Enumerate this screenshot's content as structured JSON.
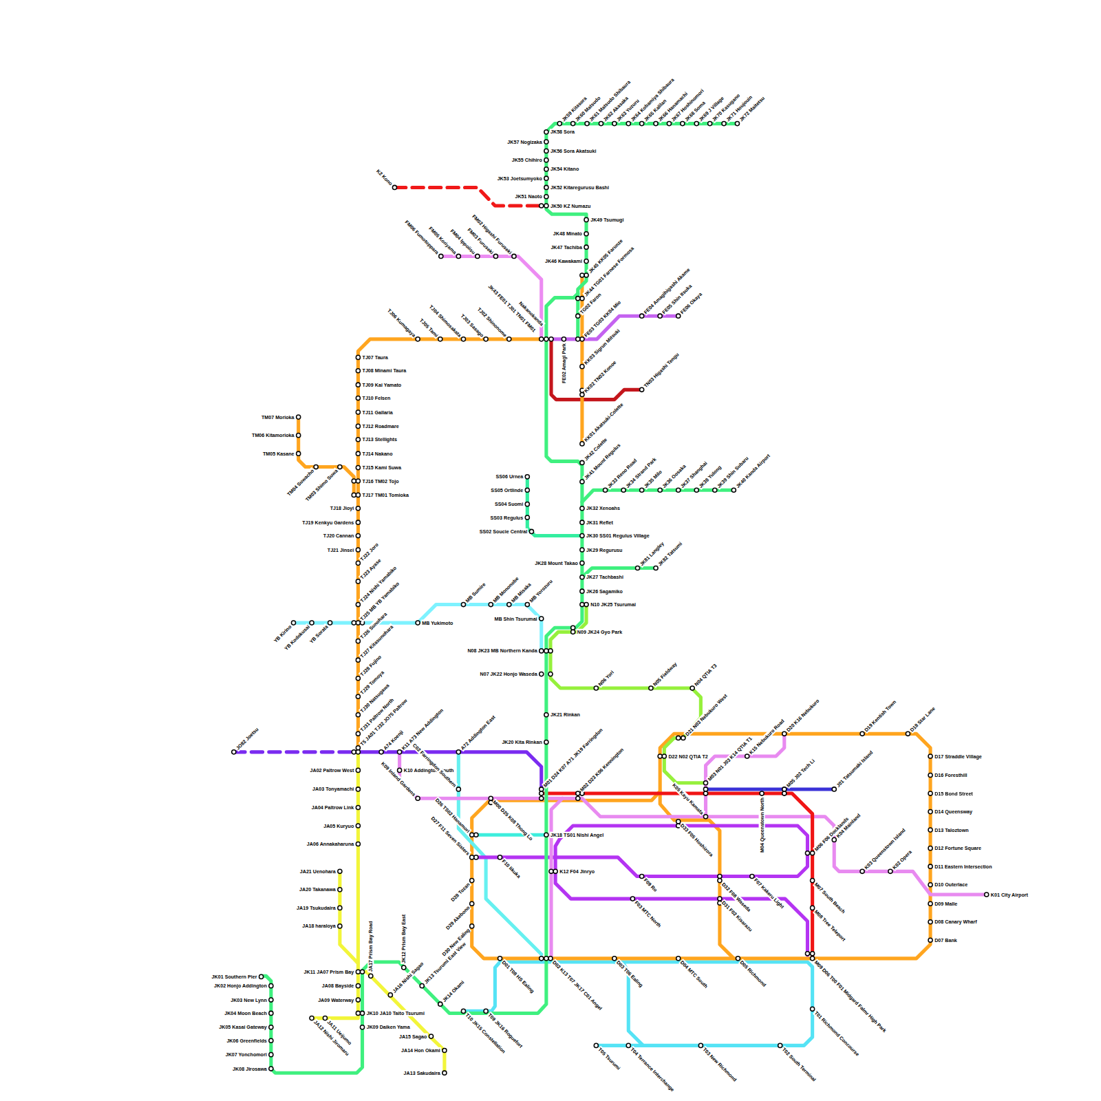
{
  "diagram": {
    "labels": [
      "JK59 Kitasora",
      "JK60 Matsudo",
      "JK61 Matsudo Shibaura",
      "JK62 Akasaka",
      "JK63 Yuzuru",
      "JK64 Kobamiya Shibaura",
      "JK65 Kalilan",
      "JK66 Hanamachi",
      "JK67 Hoshinomori",
      "JK68 Soma",
      "JK69 J Village",
      "JK70 Kasugano",
      "JK71 Houjouin",
      "JK72 Maitetsu",
      "JK58 Sora",
      "JK57 Nogizaka",
      "JK56 Sora Akatsuki",
      "JK55 Chihiro",
      "JK54 Kitano",
      "JK53 Joetsumyoko",
      "JK52 Kitaregurusu Bashi",
      "JK51 Naoto",
      "JK50 KZ Numazu",
      "K2 Kono",
      "JK49 Tsumugi",
      "JK48 Minato",
      "JK47 Tachiba",
      "JK46 Kawakami",
      "JK45 KK05 Farunze",
      "JK44 TG01 Farnese Formosa",
      "TG02 Faron",
      "FE03 TG03 KK04 Mio",
      "JK43 FE01 TJ01 TN01 FM01",
      "Nakanokanda",
      "FE02 Amagi Park",
      "FE04 Amagihigashi Akame",
      "FE05 Shin Itsuka",
      "FE06 Okaya",
      "FM06 Fumotoppara",
      "FM05 Koriyama",
      "FM04 Ippoiisu",
      "FM03 Furuseki",
      "FM02 Higashi Furuseki",
      "TJ02 Shinonome",
      "TJ03 Sasago",
      "TJ04 Shimosakata",
      "TJ05 Tami",
      "TJ06 Kumagaya",
      "KK03 Sigrun Mitsuki",
      "KK02 TN02 Konoe",
      "TN03 Higashi Tengu",
      "KK01 Akatsuki-Colette",
      "TJ07 Taura",
      "TJ08 Minami Taura",
      "TJ09 Kai Yamato",
      "TJ10 Felsen",
      "TJ11 Gallaria",
      "TJ12 Roadmare",
      "TJ13 Stellights",
      "TJ14 Nakano",
      "TJ15 Kami Suwa",
      "TJ16 TM02 Tojo",
      "TJ17 TM01 Tomioka",
      "TJ18 Jioyi",
      "TJ19 Kenkyu Gardens",
      "TJ20 Cannan",
      "TJ21 Jinsei",
      "TJ22 Joro",
      "TJ23 Ayase",
      "TJ24 Nishi Yamabiko",
      "TJ25 MB YB Yamabiko",
      "TJ26 Sunohara",
      "TJ27 Kitasunohara",
      "TJ28 Fujino",
      "TJ29 Tomoya",
      "TJ30 Natsugawa",
      "TJ31 Paltrow North",
      "T5 JA01 TJ32 JO75 Paltrow",
      "TM07 Morioka",
      "TM06 Kitamorioka",
      "TM05 Kasane",
      "TM04 Suwacho",
      "TM03 Shimo Suwa",
      "YB Kirino",
      "YB Kodokusai",
      "YB Sorata",
      "MB Yukimoto",
      "MB Sumire",
      "MB Mononobe",
      "MB Misaka",
      "MB Yorozuru",
      "MB Shin Tsurumai",
      "N08 JK23 MB Northern Kanda",
      "SS06 Urnea",
      "SS05 Ortlinde",
      "SS04 Suomi",
      "SS03 Regulus",
      "SS02 Soucie Central",
      "JK42 Colette",
      "JK41 Mount Regulus",
      "JK33 Reno Road",
      "JK34 Strand Park",
      "JK35 Milo",
      "JK36 Oosaka",
      "JK37 Shanghai",
      "JK38 Yulong",
      "JK39 Shin Subaru",
      "JK40 Kanda Airport",
      "JK32 Xenoahs",
      "JK31 Reflet",
      "JK30 SS01 Regulus Village",
      "JK29 Regurusu",
      "JK28 Mount Takao",
      "JK27 Tachbashi",
      "JK81 Langley",
      "JK82 Tatsumi",
      "JK26 Sagamiko",
      "N10 JK25 Tsurumai",
      "N09 JK24 Gyo Park",
      "N07 JK22 Honjo Waseda",
      "N06 Yori",
      "N05 Fieldway",
      "N04 QTIA T3",
      "D21 N03 Nebukuro West",
      "D22 N02 QTIA T2",
      "JK21 Rinkan",
      "JK20 Kita Rinkan",
      "JO82 Joetsu",
      "A74 Koenji",
      "K11 A73 New Addington",
      "A72 Addington East",
      "M01 D24 K07 A71 JK19 Farringdon",
      "M02 D23 K06 Kennington",
      "K10 Addington South",
      "K09 Inland Gardens",
      "C02 Farringdon Southern",
      "M00 D25 K08 Thong Lo",
      "K05 Kayu Kamata",
      "M03 N01 J03 K14 QTIA T1",
      "K15 Nebukuro Road",
      "D20 K16 Nebukuro",
      "D19 Kentish Town",
      "D18 Star Lane",
      "D17 Straddle Village",
      "D16 Foresthill",
      "D15 Bond Street",
      "D14 Queensway",
      "D13 Taloztown",
      "D12 Fortune Square",
      "D11 Eastern Intersection",
      "D10 Outerlace",
      "D09 Malle",
      "D08 Canary Wharf",
      "D07 Bank",
      "K04 Mainland",
      "K03 Queenstown Island",
      "K02 Opera",
      "K01 City Airport",
      "M04 Queenstown North",
      "M05 J02 Tech Li",
      "J01 Tatsumaki Island",
      "M06 F06 Docklands",
      "M07 South Beach",
      "M08 Tree Teleport",
      "M09 D06 T00 F01 Midgard Falmr High Park",
      "D33 F05 Hoshizora",
      "D32 F08 Waseda",
      "D31 F02 Kisarazu",
      "F07 Kakeru Light",
      "F09 Ro",
      "F03 MTC North",
      "F10 Iikuka",
      "K12 F04 Jinryo",
      "JK18 TS01 Nishi Angel",
      "D26 TS02 Hanamori",
      "D27 F11 Seven Sisters",
      "D28 Tozan",
      "D29 Akebono",
      "D30 New Ealing",
      "D01 T08 HS Ealing",
      "D02 K13 T07 JK17 C01 Angel",
      "D03 T06 Ealing",
      "D04 MTC South",
      "D05 Richmond",
      "T01 Richmond Concourse",
      "T02 South Terminal",
      "T03 New Richmond",
      "T04 Terrance Interchange",
      "T05 Tsurumi",
      "T09 JK16 Roguefort",
      "T10 JK15 Constellation",
      "JK14 Okami",
      "JK13 Tsurumi East View",
      "JK12 Prism Bay East",
      "JA17 Prism Bay Road",
      "JA16 Nishi Sagao",
      "JA15 Sagao",
      "JA14 Hon Okami",
      "JA13 Sakudaira",
      "JK11 JA07 Prism Bay",
      "JA08 Bayside",
      "JA09 Waterway",
      "JK10 JA10 Taito Tsurumi",
      "JK09 Daiken Yama",
      "JA11 Ueijumo",
      "JA12 Nishi Jiromaru",
      "JA02 Paltrow West",
      "JA03 Tonyamachi",
      "JA04 Paltrow Link",
      "JA05 Kuryuo",
      "JA06 Annakaharuna",
      "JA21 Uenohara",
      "JA20 Takanawa",
      "JA19 Tsukudaira",
      "JA18 haraloya",
      "JK01 Southern Pier",
      "JK02 Honjo Addington",
      "JK03 New Lynn",
      "JK04 Moon Beach",
      "JK05 Kasai Gateway",
      "JK06 Greenfields",
      "JK07 Yonchomori",
      "JK08 Jirosawa"
    ]
  }
}
